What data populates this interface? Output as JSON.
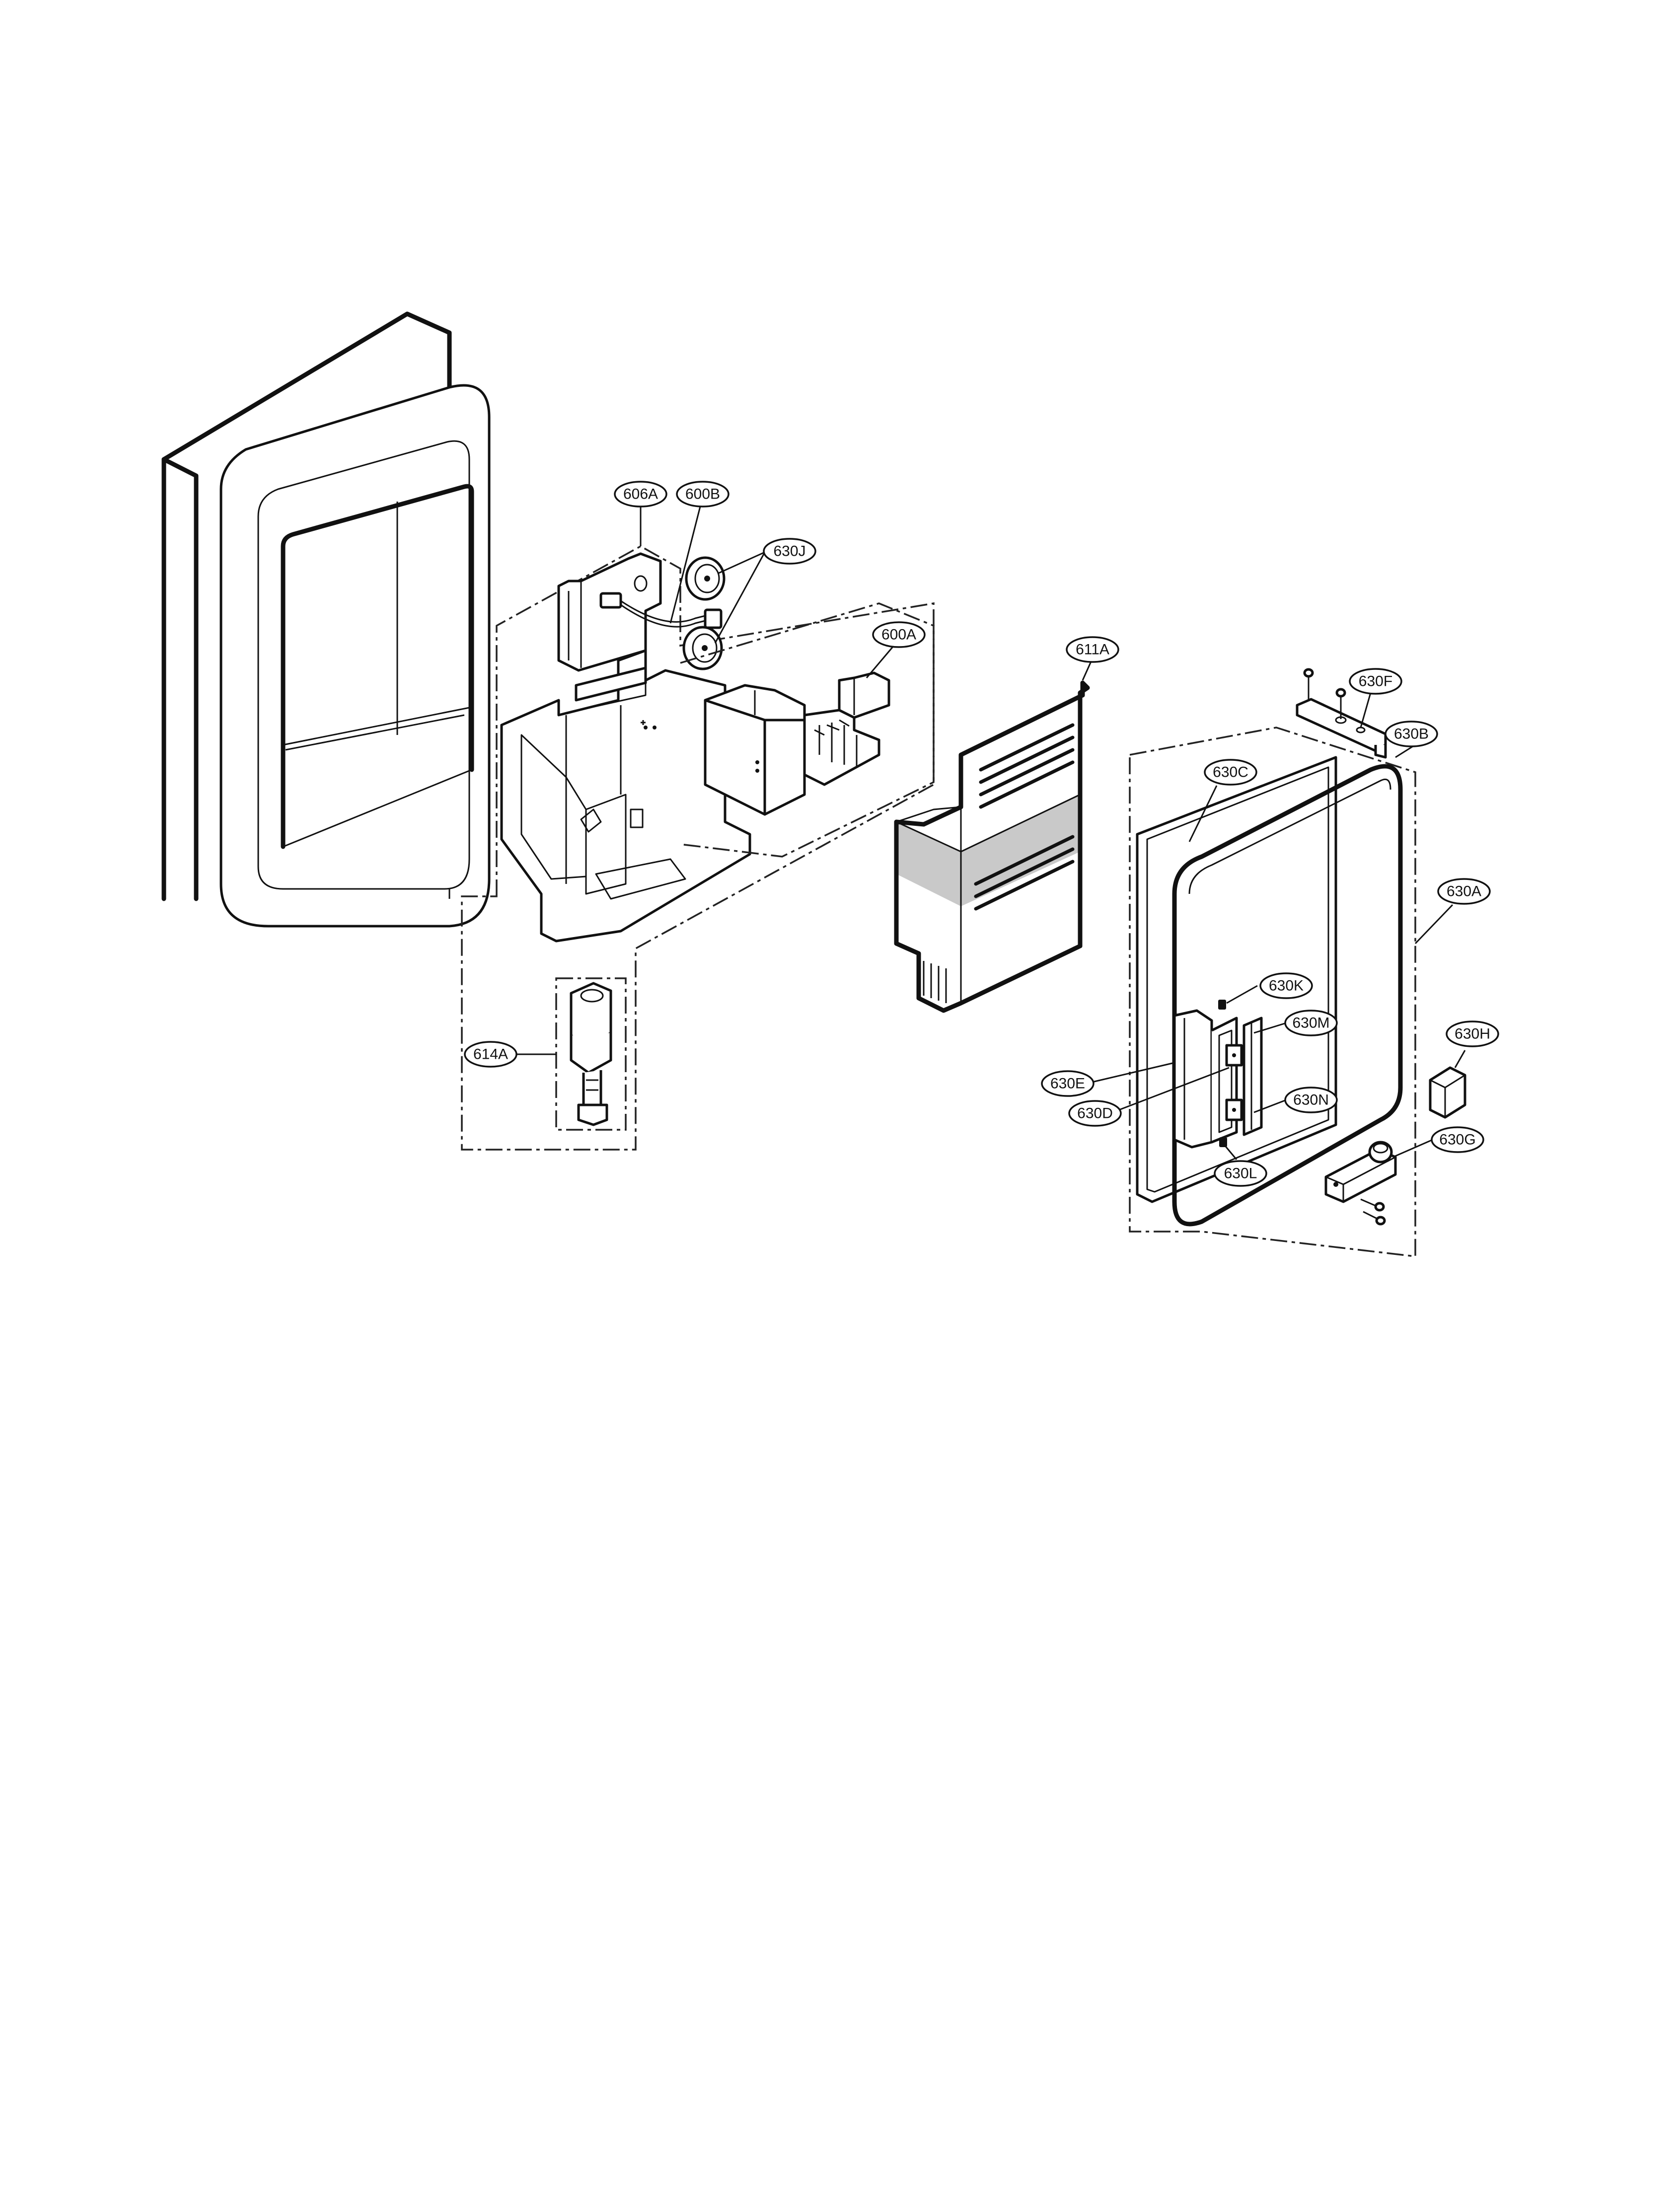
{
  "diagram": {
    "callouts": {
      "c606A": "606A",
      "c600B": "600B",
      "c630J": "630J",
      "c600A": "600A",
      "c611A": "611A",
      "c630F": "630F",
      "c630B": "630B",
      "c630C": "630C",
      "c630A": "630A",
      "c630K": "630K",
      "c630M": "630M",
      "c630H": "630H",
      "c630E": "630E",
      "c630N": "630N",
      "c630D": "630D",
      "c630G": "630G",
      "c630L": "630L",
      "c614A": "614A"
    },
    "colors": {
      "line": "#111111",
      "shade": "#c9c9c9",
      "background": "#ffffff"
    }
  }
}
